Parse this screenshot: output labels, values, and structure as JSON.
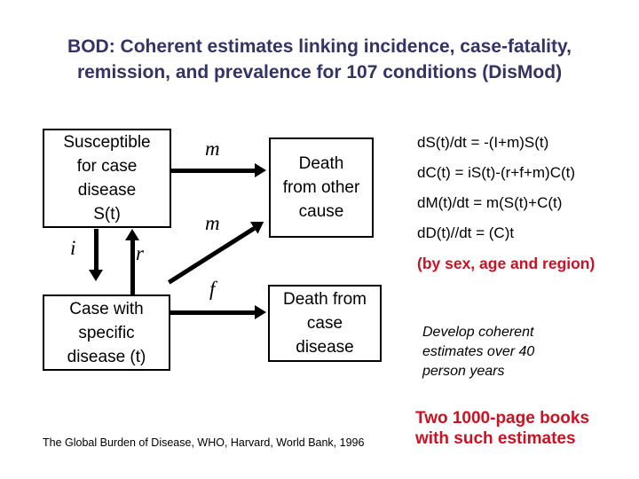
{
  "title": {
    "line1": "BOD: Coherent estimates linking incidence, case-fatality,",
    "line2": "remission, and prevalence for 107 conditions (DisMod)"
  },
  "diagram": {
    "susceptible_box": {
      "line1": "Susceptible",
      "line2": "for case",
      "line3": "disease",
      "line4": "S(t)"
    },
    "death_other_box": {
      "line1": "Death",
      "line2": "from other",
      "line3": "cause"
    },
    "case_box": {
      "line1": "Case with",
      "line2": "specific",
      "line3": "disease (t)"
    },
    "death_case_box": {
      "line1": "Death from",
      "line2": "case",
      "line3": "disease"
    },
    "rate_labels": {
      "m_top": "m",
      "m_diag": "m",
      "incidence": "i",
      "remission": "r",
      "fatality": "f"
    }
  },
  "equations": {
    "eq1": "dS(t)/dt = -(I+m)S(t)",
    "eq2": "dC(t) = iS(t)-(r+f+m)C(t)",
    "eq3": "dM(t)/dt = m(S(t)+C(t)",
    "eq4": "dD(t)//dt = (C)t",
    "region_note": "(by sex, age and region)"
  },
  "notes": {
    "develop_line1": "Develop coherent",
    "develop_line2": "estimates over 40",
    "develop_line3": "person years",
    "books_line1": "Two 1000-page books",
    "books_line2": "with such estimates"
  },
  "footer": {
    "citation": "The Global Burden of Disease, WHO, Harvard, World Bank, 1996"
  },
  "colors": {
    "title_navy": "#333366",
    "accent_red": "#cc1122",
    "text_black": "#000000",
    "background": "#ffffff"
  }
}
